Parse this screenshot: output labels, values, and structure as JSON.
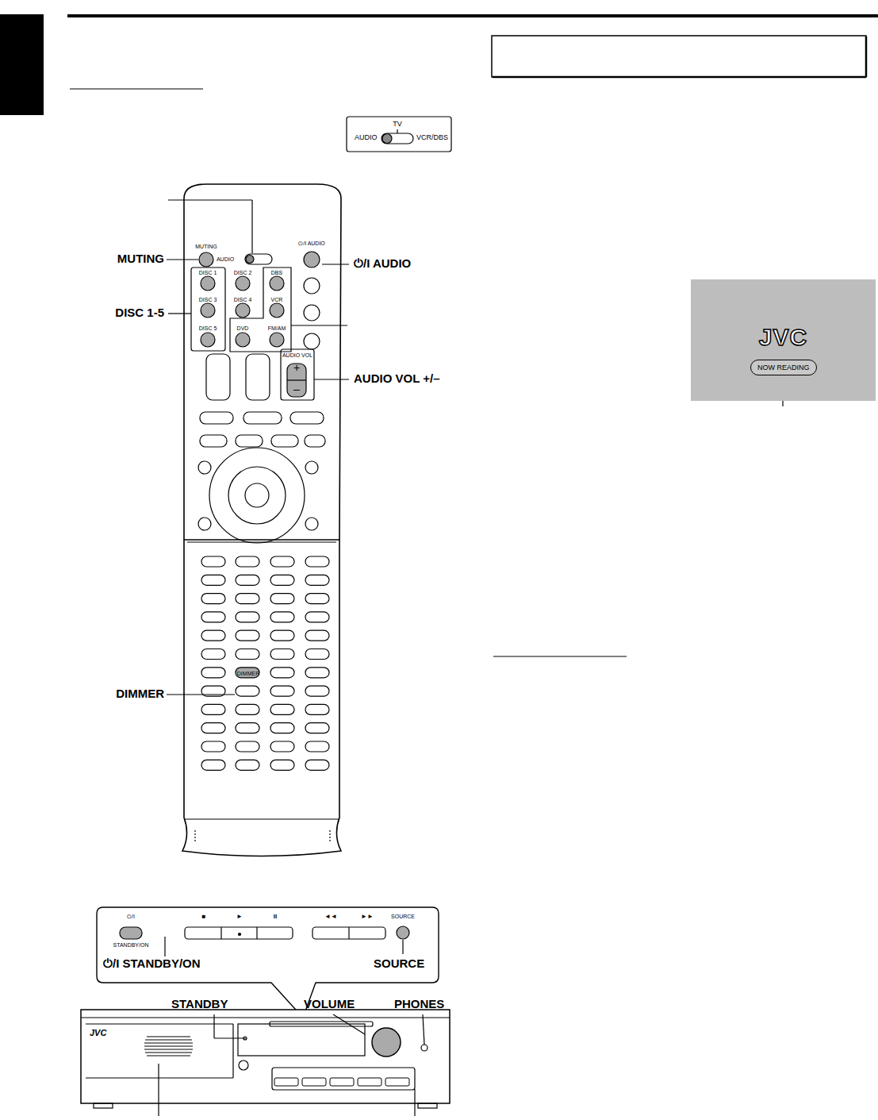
{
  "diagram": {
    "nodes": [
      {
        "text": [
          "JVC"
        ]
      },
      {
        "text": [
          "NOW READING"
        ],
        "in": 0
      }
    ],
    "labels": [
      "TV",
      "AUDIO",
      "VCR/DBS",
      "MUTING",
      "AUDIO",
      "⏻/I AUDIO",
      "DISC 1",
      "DISC 2",
      "DBS",
      "DISC 3",
      "DISC 4",
      "VCR",
      "DISC 5",
      "DVD",
      "FM/AM",
      "AUDIO VOL",
      "+",
      "–",
      "DIMMER",
      "MUTING",
      "DISC 1-5",
      "⏻/I AUDIO",
      "AUDIO VOL +/–",
      "DIMMER",
      "⏻/I",
      "STANDBY/ON",
      "■",
      "►",
      "II",
      "◄◄",
      "►►",
      "SOURCE",
      "⏻/I STANDBY/ON",
      "SOURCE",
      "STANDBY",
      "VOLUME",
      "PHONES",
      "JVC"
    ]
  }
}
